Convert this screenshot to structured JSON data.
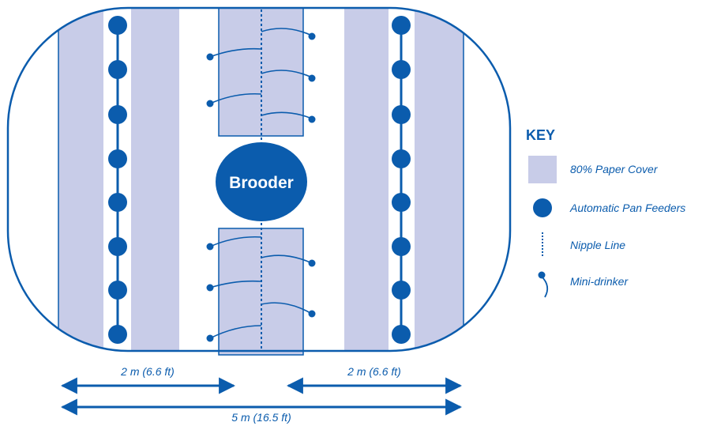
{
  "colors": {
    "primary": "#0b5cad",
    "paper": "#c8cce8",
    "background": "#ffffff"
  },
  "brooder": {
    "label": "Brooder"
  },
  "key": {
    "title": "KEY",
    "items": [
      {
        "icon": "paper-cover-swatch-icon",
        "label": "80% Paper Cover"
      },
      {
        "icon": "pan-feeder-icon",
        "label": "Automatic Pan Feeders"
      },
      {
        "icon": "nipple-line-icon",
        "label": "Nipple Line"
      },
      {
        "icon": "mini-drinker-icon",
        "label": "Mini-drinker"
      }
    ]
  },
  "dimensions": {
    "left_span": "2 m (6.6 ft)",
    "right_span": "2 m (6.6 ft)",
    "total_span": "5 m (16.5 ft)"
  }
}
